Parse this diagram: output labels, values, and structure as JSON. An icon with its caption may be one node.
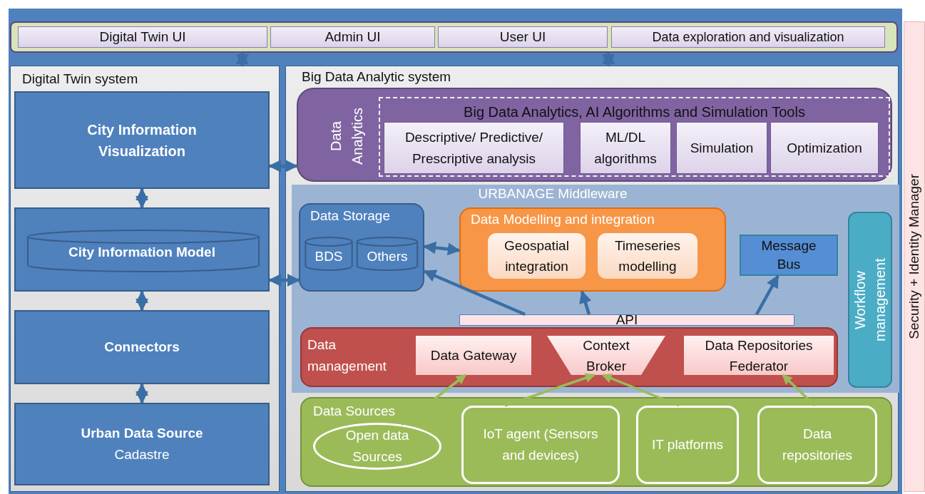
{
  "diagram": {
    "nodes": [
      {
        "text": [],
        "shape": "bar"
      },
      {
        "text": [
          "Digital Twin UI"
        ],
        "in": 0
      },
      {
        "text": [
          "Admin UI"
        ],
        "in": 0
      },
      {
        "text": [
          "User UI"
        ],
        "in": 0
      },
      {
        "text": [
          "Data exploration and visualization"
        ],
        "in": 0
      },
      {
        "text": [
          "Digital Twin system"
        ]
      },
      {
        "text": [
          "City Information Visualization"
        ],
        "in": 5
      },
      {
        "text": [
          "City Information Model"
        ],
        "in": 5
      },
      {
        "text": [
          "Connectors"
        ],
        "in": 5
      },
      {
        "text": [
          "Urban Data Source",
          "Cadastre"
        ],
        "in": 5
      },
      {
        "text": [
          "Big Data Analytic system"
        ]
      },
      {
        "text": [
          "Data Analytics"
        ],
        "in": 10
      },
      {
        "text": [
          "Big Data Analytics, AI Algorithms and Simulation Tools"
        ],
        "in": 11
      },
      {
        "text": [
          "Descriptive/ Predictive/ Prescriptive analysis"
        ],
        "in": 12
      },
      {
        "text": [
          "ML/DL algorithms"
        ],
        "in": 12
      },
      {
        "text": [
          "Simulation"
        ],
        "in": 12
      },
      {
        "text": [
          "Optimization"
        ],
        "in": 12
      },
      {
        "text": [
          "URBANAGE Middleware"
        ],
        "in": 10
      },
      {
        "text": [
          "Data Storage"
        ],
        "in": 17
      },
      {
        "text": [
          "BDS"
        ],
        "in": 18
      },
      {
        "text": [
          "Others"
        ],
        "in": 18
      },
      {
        "text": [
          "Data Modelling and integration"
        ],
        "in": 17
      },
      {
        "text": [
          "Geospatial integration"
        ],
        "in": 21
      },
      {
        "text": [
          "Timeseries modelling"
        ],
        "in": 21
      },
      {
        "text": [
          "Message Bus"
        ],
        "in": 17
      },
      {
        "text": [
          "Workflow management"
        ],
        "in": 17
      },
      {
        "text": [
          "API"
        ],
        "in": 17
      },
      {
        "text": [
          "Data management"
        ],
        "in": 17
      },
      {
        "text": [
          "Data Gateway"
        ],
        "in": 27
      },
      {
        "text": [
          "Context Broker"
        ],
        "in": 27
      },
      {
        "text": [
          "Data Repositories Federator"
        ],
        "in": 27
      },
      {
        "text": [
          "Data Sources"
        ],
        "in": 10
      },
      {
        "text": [
          "Open data Sources"
        ],
        "in": 31
      },
      {
        "text": [
          "IoT agent (Sensors and devices)"
        ],
        "in": 31
      },
      {
        "text": [
          "IT platforms"
        ],
        "in": 31
      },
      {
        "text": [
          "Data repositories"
        ],
        "in": 31
      },
      {
        "text": [
          "Security + Identity Manager"
        ]
      }
    ],
    "edges": [
      {
        "from": 0,
        "to": 5,
        "arrow": "both"
      },
      {
        "from": 0,
        "to": 10,
        "arrow": "both"
      },
      {
        "from": 6,
        "to": 11,
        "arrow": "both"
      },
      {
        "from": 6,
        "to": 7,
        "arrow": "both"
      },
      {
        "from": 7,
        "to": 18,
        "arrow": "both"
      },
      {
        "from": 7,
        "to": 8,
        "arrow": "both"
      },
      {
        "from": 8,
        "to": 9,
        "arrow": "both"
      },
      {
        "from": 18,
        "to": 21,
        "arrow": "both"
      },
      {
        "from": 26,
        "to": 18,
        "arrow": "to"
      },
      {
        "from": 26,
        "to": 21,
        "arrow": "to"
      },
      {
        "from": 26,
        "to": 24,
        "arrow": "to"
      },
      {
        "from": 32,
        "to": 28,
        "arrow": "to",
        "color": "#9bbb59"
      },
      {
        "from": 33,
        "to": 29,
        "arrow": "to",
        "color": "#9bbb59"
      },
      {
        "from": 34,
        "to": 29,
        "arrow": "to",
        "color": "#9bbb59"
      },
      {
        "from": 35,
        "to": 30,
        "arrow": "to",
        "color": "#9bbb59"
      }
    ]
  }
}
